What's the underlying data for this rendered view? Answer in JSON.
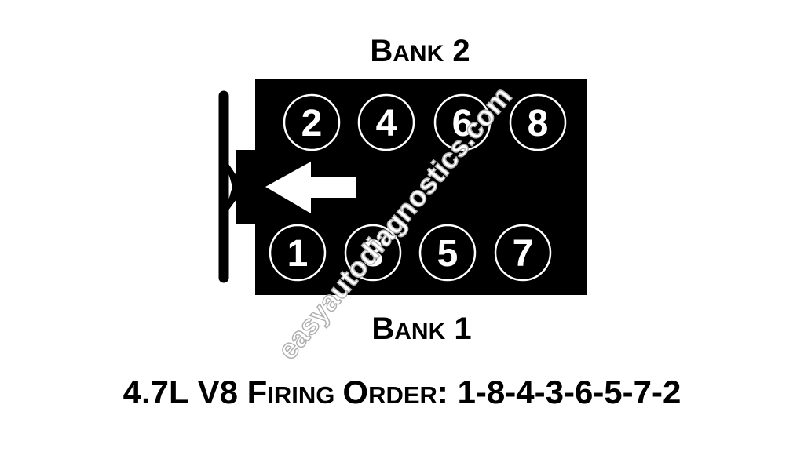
{
  "bank2": {
    "big": "B",
    "small": "ANK",
    "num": " 2"
  },
  "bank1": {
    "big": "B",
    "small": "ANK",
    "num": " 1"
  },
  "cylinders": {
    "top": [
      "2",
      "4",
      "6",
      "8"
    ],
    "bottom": [
      "1",
      "3",
      "5",
      "7"
    ]
  },
  "caption": {
    "prefix": "4.7L V8 ",
    "firing_big": "F",
    "firing_small": "IRING",
    "order_big": "O",
    "order_small": "RDER",
    "suffix": ": 1-8-4-3-6-5-7-2"
  },
  "watermark": "easyautodiagnostics.com",
  "colors": {
    "block": "#000000",
    "background": "#ffffff",
    "watermark_stroke": "#b0b0b0"
  }
}
